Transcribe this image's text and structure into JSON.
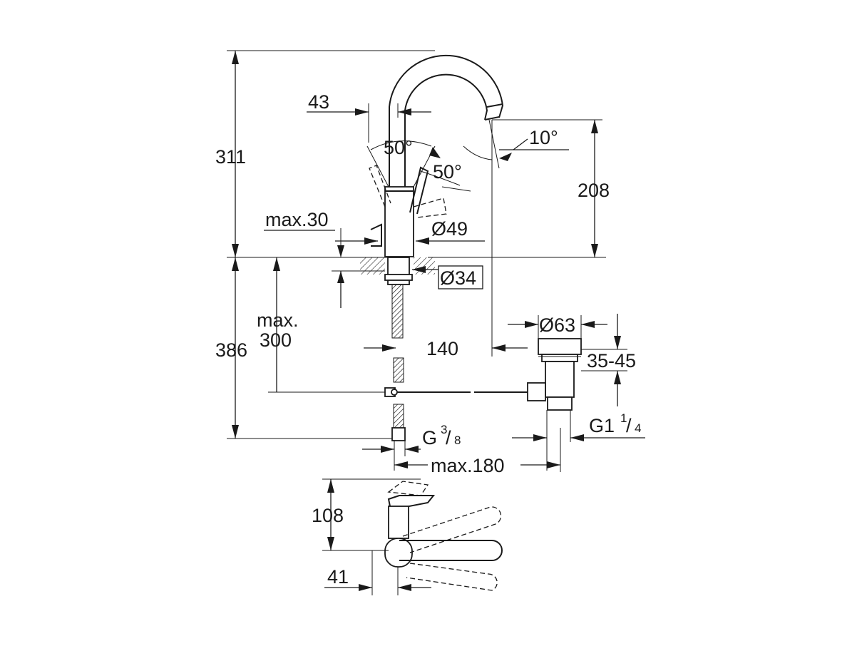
{
  "dimensions": {
    "height_total": "311",
    "spout_offset": "43",
    "angle_left": "50°",
    "angle_right": "50°",
    "spout_angle": "10°",
    "spout_height": "208",
    "max_deck": "max.30",
    "body_diameter": "Ø49",
    "hole_diameter": "Ø34",
    "max_depth_line1": "max.",
    "max_depth_line2": "300",
    "depth_total": "386",
    "reach": "140",
    "waste_diameter": "Ø63",
    "waste_range": "35-45",
    "connection_left_main": "G",
    "connection_left_num": "3",
    "connection_left_den": "8",
    "connection_right_main": "G1",
    "connection_right_num": "1",
    "connection_right_den": "4",
    "max_distance": "max.180",
    "top_view_depth": "108",
    "top_view_width": "41"
  }
}
